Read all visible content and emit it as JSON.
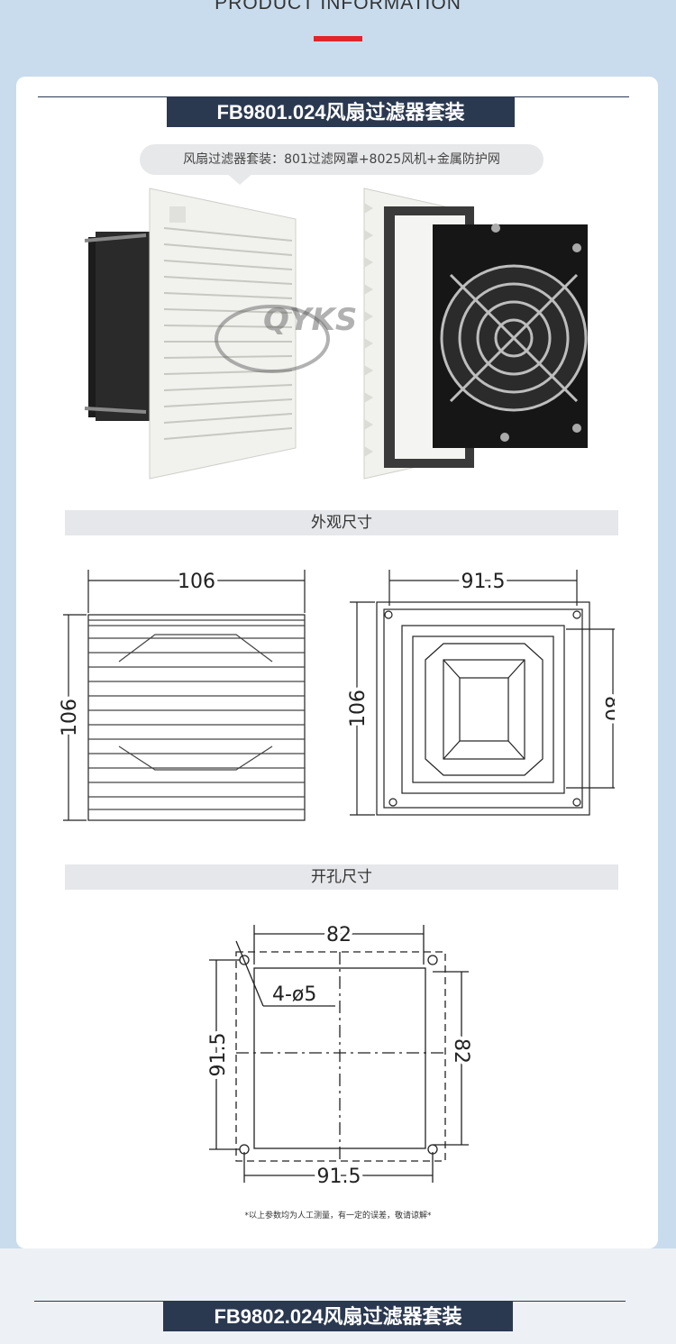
{
  "header": {
    "title": "PRODUCT INFORMATION"
  },
  "product1": {
    "model_title": "FB9801.024风扇过滤器套装",
    "kit_desc": "风扇过滤器套装：801过滤网罩+8025风机+金属防护网",
    "watermark": "QYKS",
    "section_outer": "外观尺寸",
    "section_cutout": "开孔尺寸",
    "outer_dims": {
      "front_width": "106",
      "front_height": "106",
      "back_width": "91.5",
      "back_height": "106",
      "back_inner": "80"
    },
    "cutout_dims": {
      "top": "82",
      "holes": "4-ø5",
      "left": "91.5",
      "right": "82",
      "bottom": "91.5"
    },
    "note": "*以上参数均为人工测量，有一定的误差，敬请谅解*"
  },
  "product2": {
    "model_title": "FB9802.024风扇过滤器套装"
  },
  "colors": {
    "navy": "#2b3950",
    "accent_red": "#e0262b",
    "background": "#c9dced"
  }
}
